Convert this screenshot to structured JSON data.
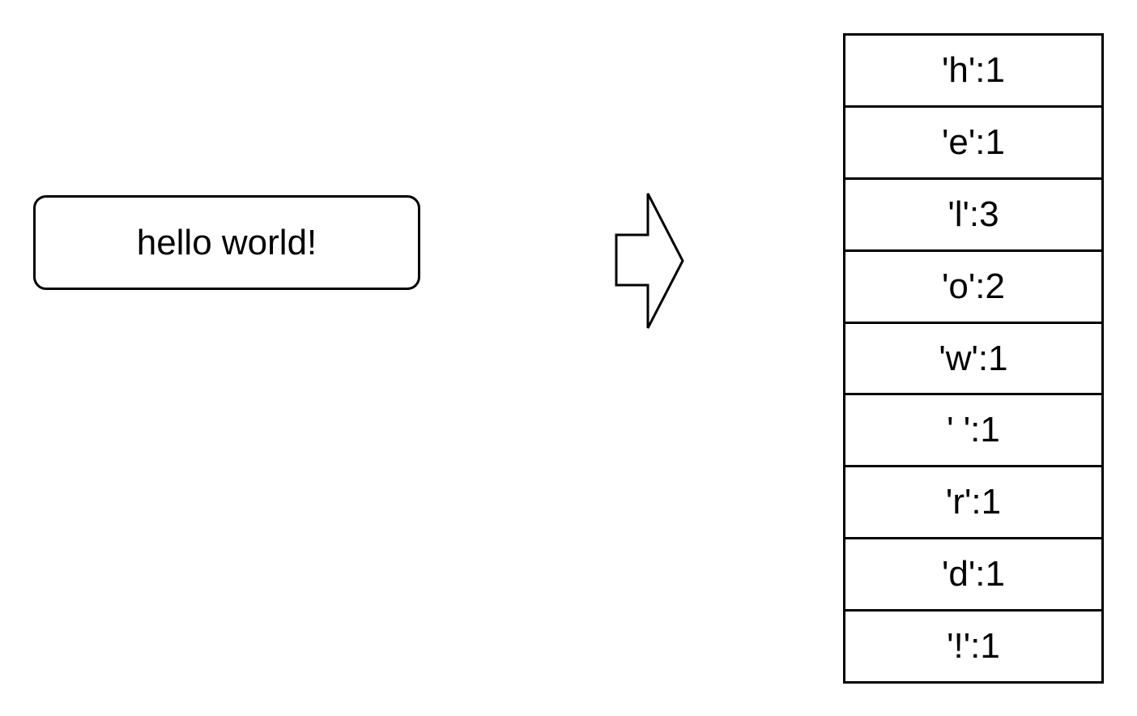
{
  "input": {
    "text": "hello world!"
  },
  "arrow": {
    "icon": "right-block-arrow-icon",
    "stroke": "#000000",
    "fill": "#ffffff"
  },
  "counts": {
    "items": [
      {
        "label": "'h':1"
      },
      {
        "label": "'e':1"
      },
      {
        "label": "'l':3"
      },
      {
        "label": "'o':2"
      },
      {
        "label": "'w':1"
      },
      {
        "label": "' ':1"
      },
      {
        "label": "'r':1"
      },
      {
        "label": "'d':1"
      },
      {
        "label": "'!':1"
      }
    ]
  }
}
